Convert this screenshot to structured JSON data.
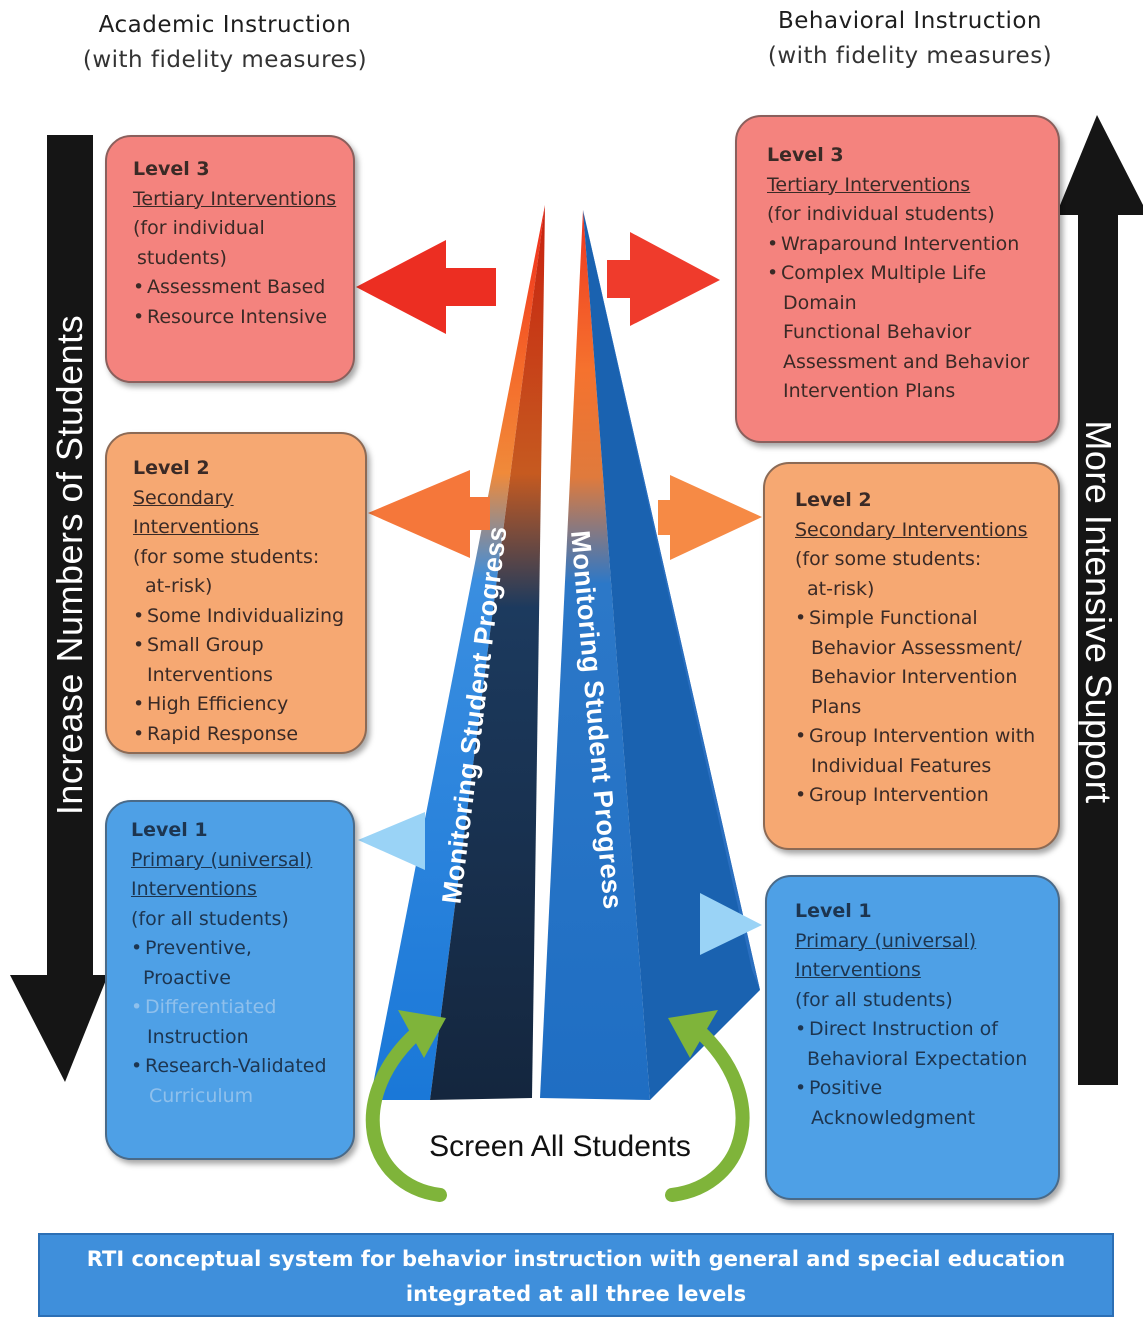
{
  "headers": {
    "left_title": "Academic Instruction",
    "left_sub": "(with fidelity measures)",
    "right_title": "Behavioral Instruction",
    "right_sub": "(with fidelity measures)"
  },
  "side_labels": {
    "left": "Increase Numbers of Students",
    "right": "More Intensive Support"
  },
  "academic": {
    "level3": {
      "level": "Level 3",
      "title": "Tertiary Interventions",
      "scope": [
        "(for individual",
        "students)"
      ],
      "items": [
        "Assessment Based",
        "Resource Intensive"
      ]
    },
    "level2": {
      "level": "Level 2",
      "title_lines": [
        "Secondary",
        "Interventions"
      ],
      "scope": [
        "(for some students:",
        "at-risk)"
      ],
      "items": [
        "Some Individualizing",
        "Small Group",
        "Interventions",
        "High Efficiency",
        "Rapid Response"
      ]
    },
    "level1": {
      "level": "Level 1",
      "title_lines": [
        "Primary (universal)",
        "Interventions"
      ],
      "scope": "(for all students)",
      "items": [
        "Preventive,",
        "Proactive",
        "Differentiated",
        "Instruction",
        "Research-Validated",
        "Curriculum"
      ]
    }
  },
  "behavioral": {
    "level3": {
      "level": "Level 3",
      "title": "Tertiary Interventions",
      "scope": "(for individual students)",
      "items": [
        "Wraparound Intervention",
        "Complex Multiple Life",
        "Domain",
        "Functional Behavior",
        "Assessment and Behavior",
        "Intervention Plans"
      ]
    },
    "level2": {
      "level": "Level 2",
      "title": "Secondary Interventions",
      "scope": [
        "(for some students:",
        "at-risk)"
      ],
      "items": [
        "Simple Functional",
        "Behavior Assessment/",
        "Behavior Intervention",
        "Plans",
        "Group Intervention with",
        "Individual Features",
        "Group Intervention"
      ]
    },
    "level1": {
      "level": "Level 1",
      "title_lines": [
        "Primary (universal)",
        "Interventions"
      ],
      "scope": "(for all students)",
      "items": [
        "Direct Instruction of",
        "Behavioral Expectation",
        "Positive",
        "Acknowledgment"
      ]
    }
  },
  "center": {
    "left_spike_label": "Monitoring Student Progress",
    "right_spike_label": "Monitoring Student Progress",
    "screen_label": "Screen All Students"
  },
  "footer": {
    "line1": "RTI conceptual system for behavior instruction with general and special education",
    "line2": "integrated at all three levels"
  },
  "colors": {
    "level3": "#f4837e",
    "level2": "#f6a872",
    "level1": "#4ea0e6",
    "arrow_red": "#ee3a2a",
    "arrow_orange": "#f5793a",
    "arrow_blue": "#8ccbf4",
    "curved_arrow": "#7fb43a",
    "footer": "#3f8fdb"
  }
}
